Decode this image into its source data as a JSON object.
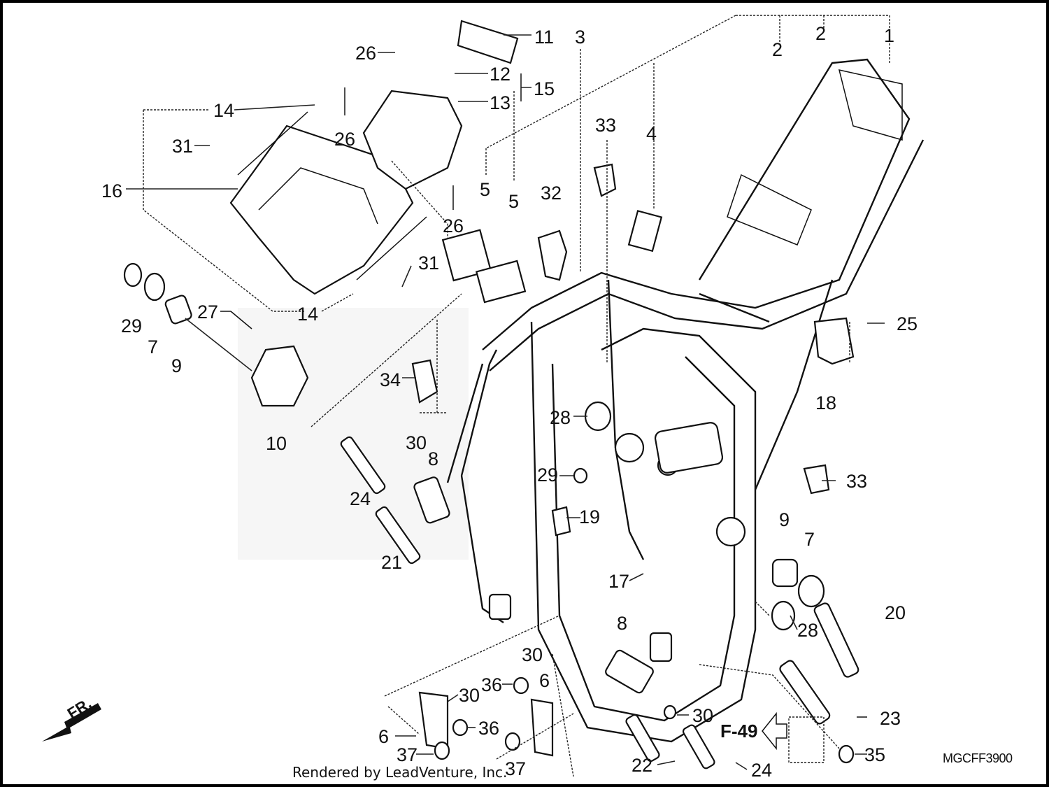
{
  "diagram": {
    "callouts": [
      "1",
      "2",
      "2",
      "3",
      "4",
      "5",
      "5",
      "6",
      "6",
      "7",
      "7",
      "8",
      "8",
      "9",
      "9",
      "10",
      "11",
      "12",
      "13",
      "14",
      "14",
      "15",
      "16",
      "17",
      "18",
      "19",
      "20",
      "21",
      "22",
      "23",
      "24",
      "24",
      "25",
      "26",
      "26",
      "26",
      "27",
      "28",
      "28",
      "29",
      "29",
      "30",
      "30",
      "30",
      "30",
      "31",
      "31",
      "32",
      "33",
      "33",
      "34",
      "35",
      "36",
      "36",
      "37",
      "37"
    ],
    "direction_label": "FR.",
    "cross_reference": "F-49",
    "diagram_code": "MGCFF3900",
    "credit": "Rendered by LeadVenture, Inc."
  }
}
